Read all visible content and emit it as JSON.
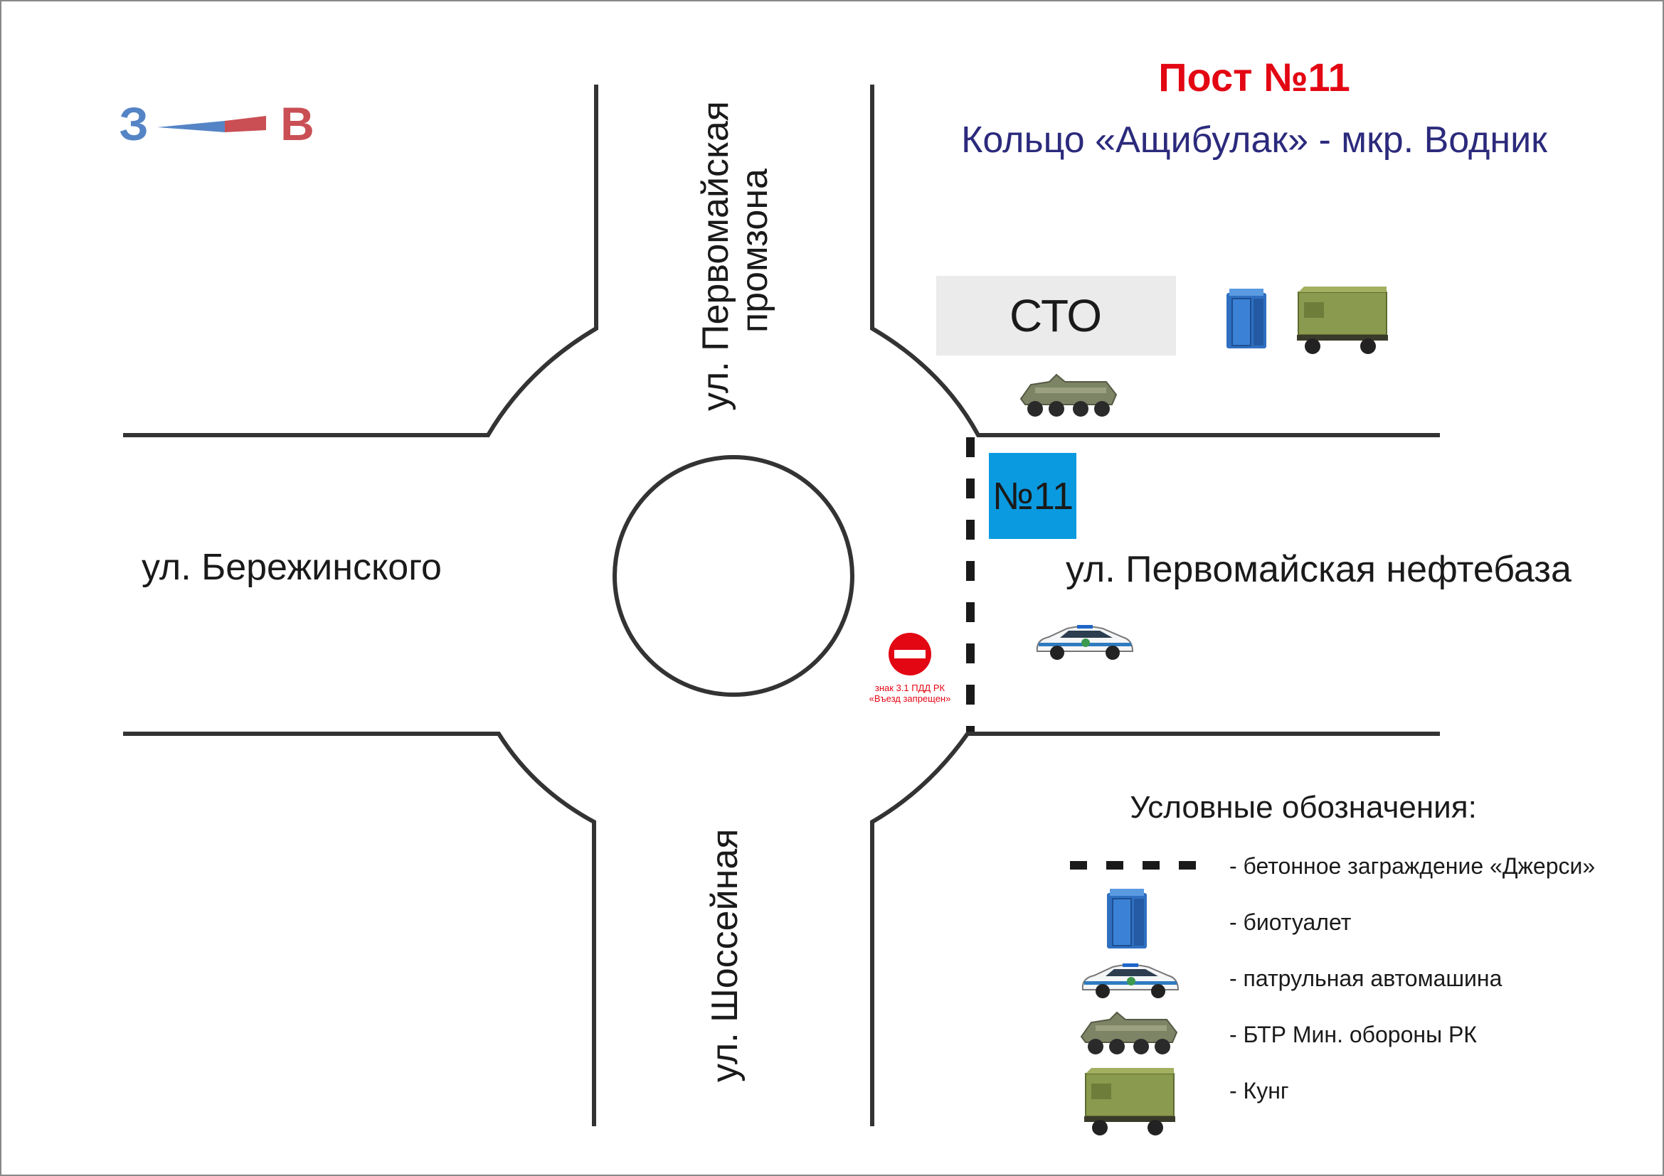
{
  "title": "Пост №11",
  "subtitle": "Кольцо «Ащибулак» - мкр. Водник",
  "compass": {
    "west": "З",
    "east": "В"
  },
  "streets": {
    "north": [
      "ул. Первомайская",
      "промзона"
    ],
    "west": "ул. Бережинского",
    "east": "ул. Первомайская нефтебаза",
    "south": "ул. Шоссейная"
  },
  "sto_label": "СТО",
  "post_label": "№11",
  "sign": {
    "line1": "знак 3.1 ПДД РК",
    "line2": "«Въезд запрещен»"
  },
  "legend": {
    "heading": "Условные обозначения:",
    "items": [
      {
        "icon": "jersey-barrier-icon",
        "label": "- бетонное заграждение «Джерси»"
      },
      {
        "icon": "toilet-icon",
        "label": "- биотуалет"
      },
      {
        "icon": "patrol-car-icon",
        "label": "- патрульная автомашина"
      },
      {
        "icon": "apc-icon",
        "label": "- БТР Мин. обороны РК"
      },
      {
        "icon": "kung-icon",
        "label": "- Кунг"
      }
    ]
  },
  "colors": {
    "title": "#e30613",
    "subtitle": "#2b2a7c",
    "post": "#0a9ae0",
    "west": "#5584c6",
    "east": "#c94f55"
  }
}
